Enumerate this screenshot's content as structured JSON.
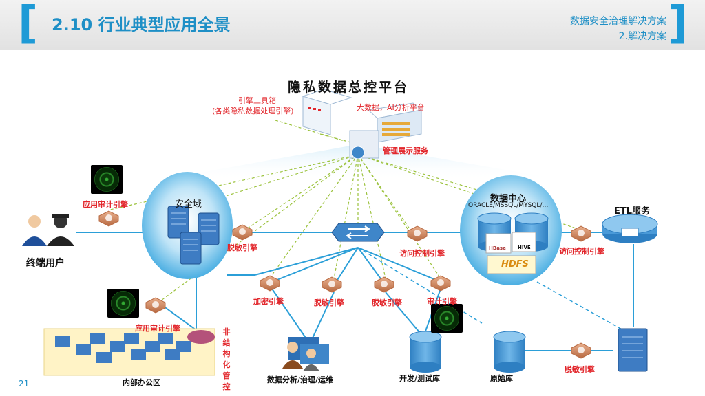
{
  "header": {
    "title": "2.10 行业典型应用全景",
    "section_line1": "数据安全治理解决方案",
    "section_line2": "2.解决方案"
  },
  "page_number": "21",
  "platform": {
    "title": "隐私数据总控平台",
    "toolbox_line1": "引擎工具箱",
    "toolbox_line2": "(各类隐私数据处理引擎)",
    "bigdata": "大数据，AI分析平台",
    "mgmt": "管理展示服务"
  },
  "nodes": {
    "security_domain": "安全域",
    "data_center": "数据中心",
    "data_center_sub": "ORACLE/MSSQL/MYSQL/…",
    "etl": "ETL服务",
    "terminal_users": "终端用户",
    "office": "内部办公区",
    "analysis": "数据分析/治理/运维",
    "devtest": "开发/测试库",
    "rawdb": "原始库",
    "hbase": "HBase",
    "hive": "HIVE",
    "hdfs": "HDFS"
  },
  "engines": {
    "app_audit_top": "应用审计引擎",
    "desens_left": "脱敏引擎",
    "access_ctrl_mid": "访问控制引擎",
    "access_ctrl_right": "访问控制引擎",
    "encrypt": "加密引擎",
    "desens_1": "脱敏引擎",
    "desens_2": "脱敏引擎",
    "audit": "审计引擎",
    "app_audit_bottom": "应用审计引擎",
    "desens_bottom": "脱敏引擎",
    "unstructured": "非结构化管控"
  },
  "colors": {
    "accent": "#1e9ad6",
    "engine_label": "#e2262b",
    "link_line": "#2b9fd8",
    "dashed_line": "#9bc23c"
  }
}
